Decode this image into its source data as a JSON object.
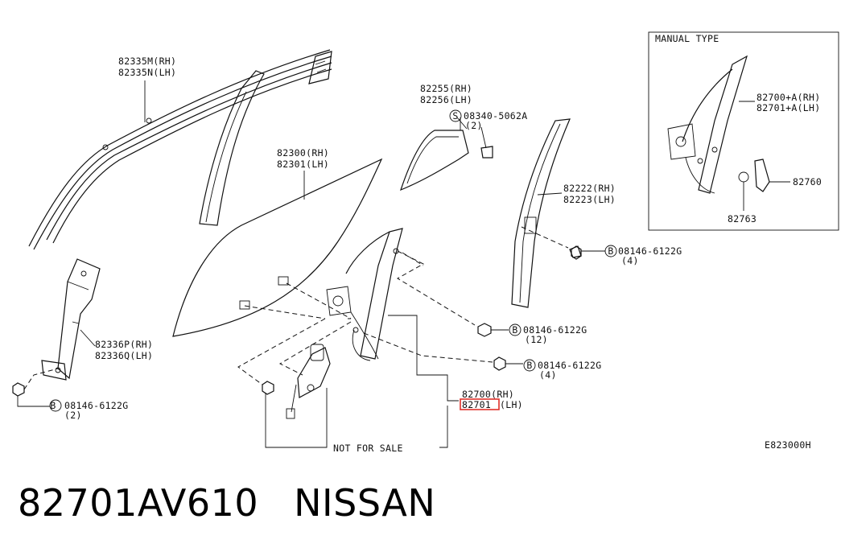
{
  "diagram": {
    "labels": {
      "moulding_rh": "82335M(RH)",
      "moulding_lh": "82335N(LH)",
      "glass_rh": "82300(RH)",
      "glass_lh": "82301(LH)",
      "sash_rh": "82336P(RH)",
      "sash_lh": "82336Q(LH)",
      "bolt_left": "08146-6122G",
      "bolt_left_qty": "(2)",
      "corner_rh": "82255(RH)",
      "corner_lh": "82256(LH)",
      "screw": "08340-5062A",
      "screw_qty": "(2)",
      "rear_sash_rh": "82222(RH)",
      "rear_sash_lh": "82223(LH)",
      "bolt_rear": "08146-6122G",
      "bolt_rear_qty": "(4)",
      "bolt_mid": "08146-6122G",
      "bolt_mid_qty": "(12)",
      "bolt_low": "08146-6122G",
      "bolt_low_qty": "(4)",
      "regulator_rh": "82700(RH)",
      "regulator_lh_highlight": "82701",
      "regulator_lh_suffix": "(LH)",
      "not_for_sale": "NOT FOR SALE",
      "diagram_code": "E823000H",
      "s_mark": "S",
      "b_mark": "B"
    },
    "inset": {
      "title": "MANUAL TYPE",
      "regulator_rh": "82700+A(RH)",
      "regulator_lh": "82701+A(LH)",
      "handle": "82760",
      "washer": "82763"
    }
  },
  "footer": {
    "part_number": "82701AV610",
    "brand": "NISSAN"
  },
  "colors": {
    "highlight": "#e0312a",
    "line": "#111111"
  }
}
